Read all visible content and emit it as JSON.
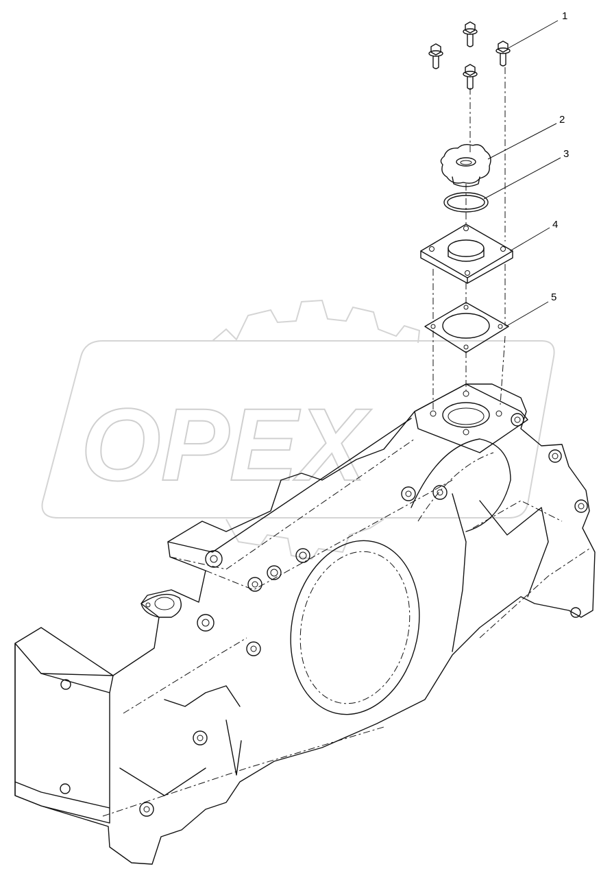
{
  "watermark": {
    "text": "OPEX"
  },
  "callouts": [
    {
      "label": "1",
      "part": "bolt"
    },
    {
      "label": "2",
      "part": "cap"
    },
    {
      "label": "3",
      "part": "o-ring"
    },
    {
      "label": "4",
      "part": "flange"
    },
    {
      "label": "5",
      "part": "gasket"
    }
  ]
}
